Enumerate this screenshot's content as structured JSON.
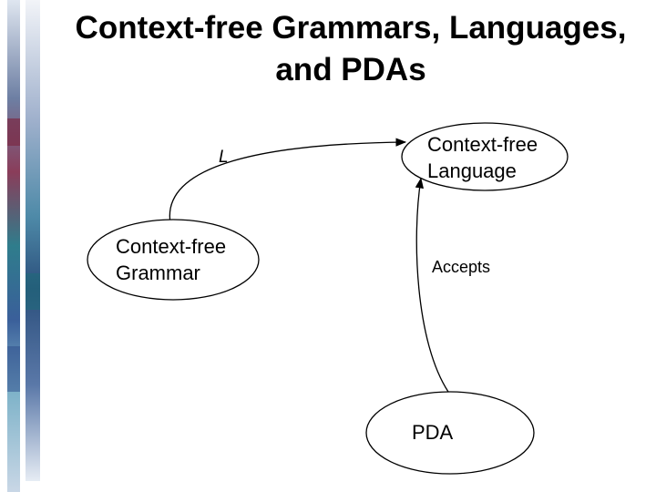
{
  "title": {
    "line1": "Context-free Grammars, Languages,",
    "line2": "and PDAs"
  },
  "nodes": {
    "cfl": {
      "line1": "Context-free",
      "line2": "Language"
    },
    "cfg": {
      "line1": "Context-free",
      "line2": "Grammar"
    },
    "pda": {
      "label": "PDA"
    }
  },
  "edges": {
    "grammar_to_language": {
      "label": "L"
    },
    "pda_to_language": {
      "label": "Accepts"
    }
  },
  "colors": {
    "stroke": "#000000",
    "fill": "#ffffff",
    "text": "#000000"
  }
}
